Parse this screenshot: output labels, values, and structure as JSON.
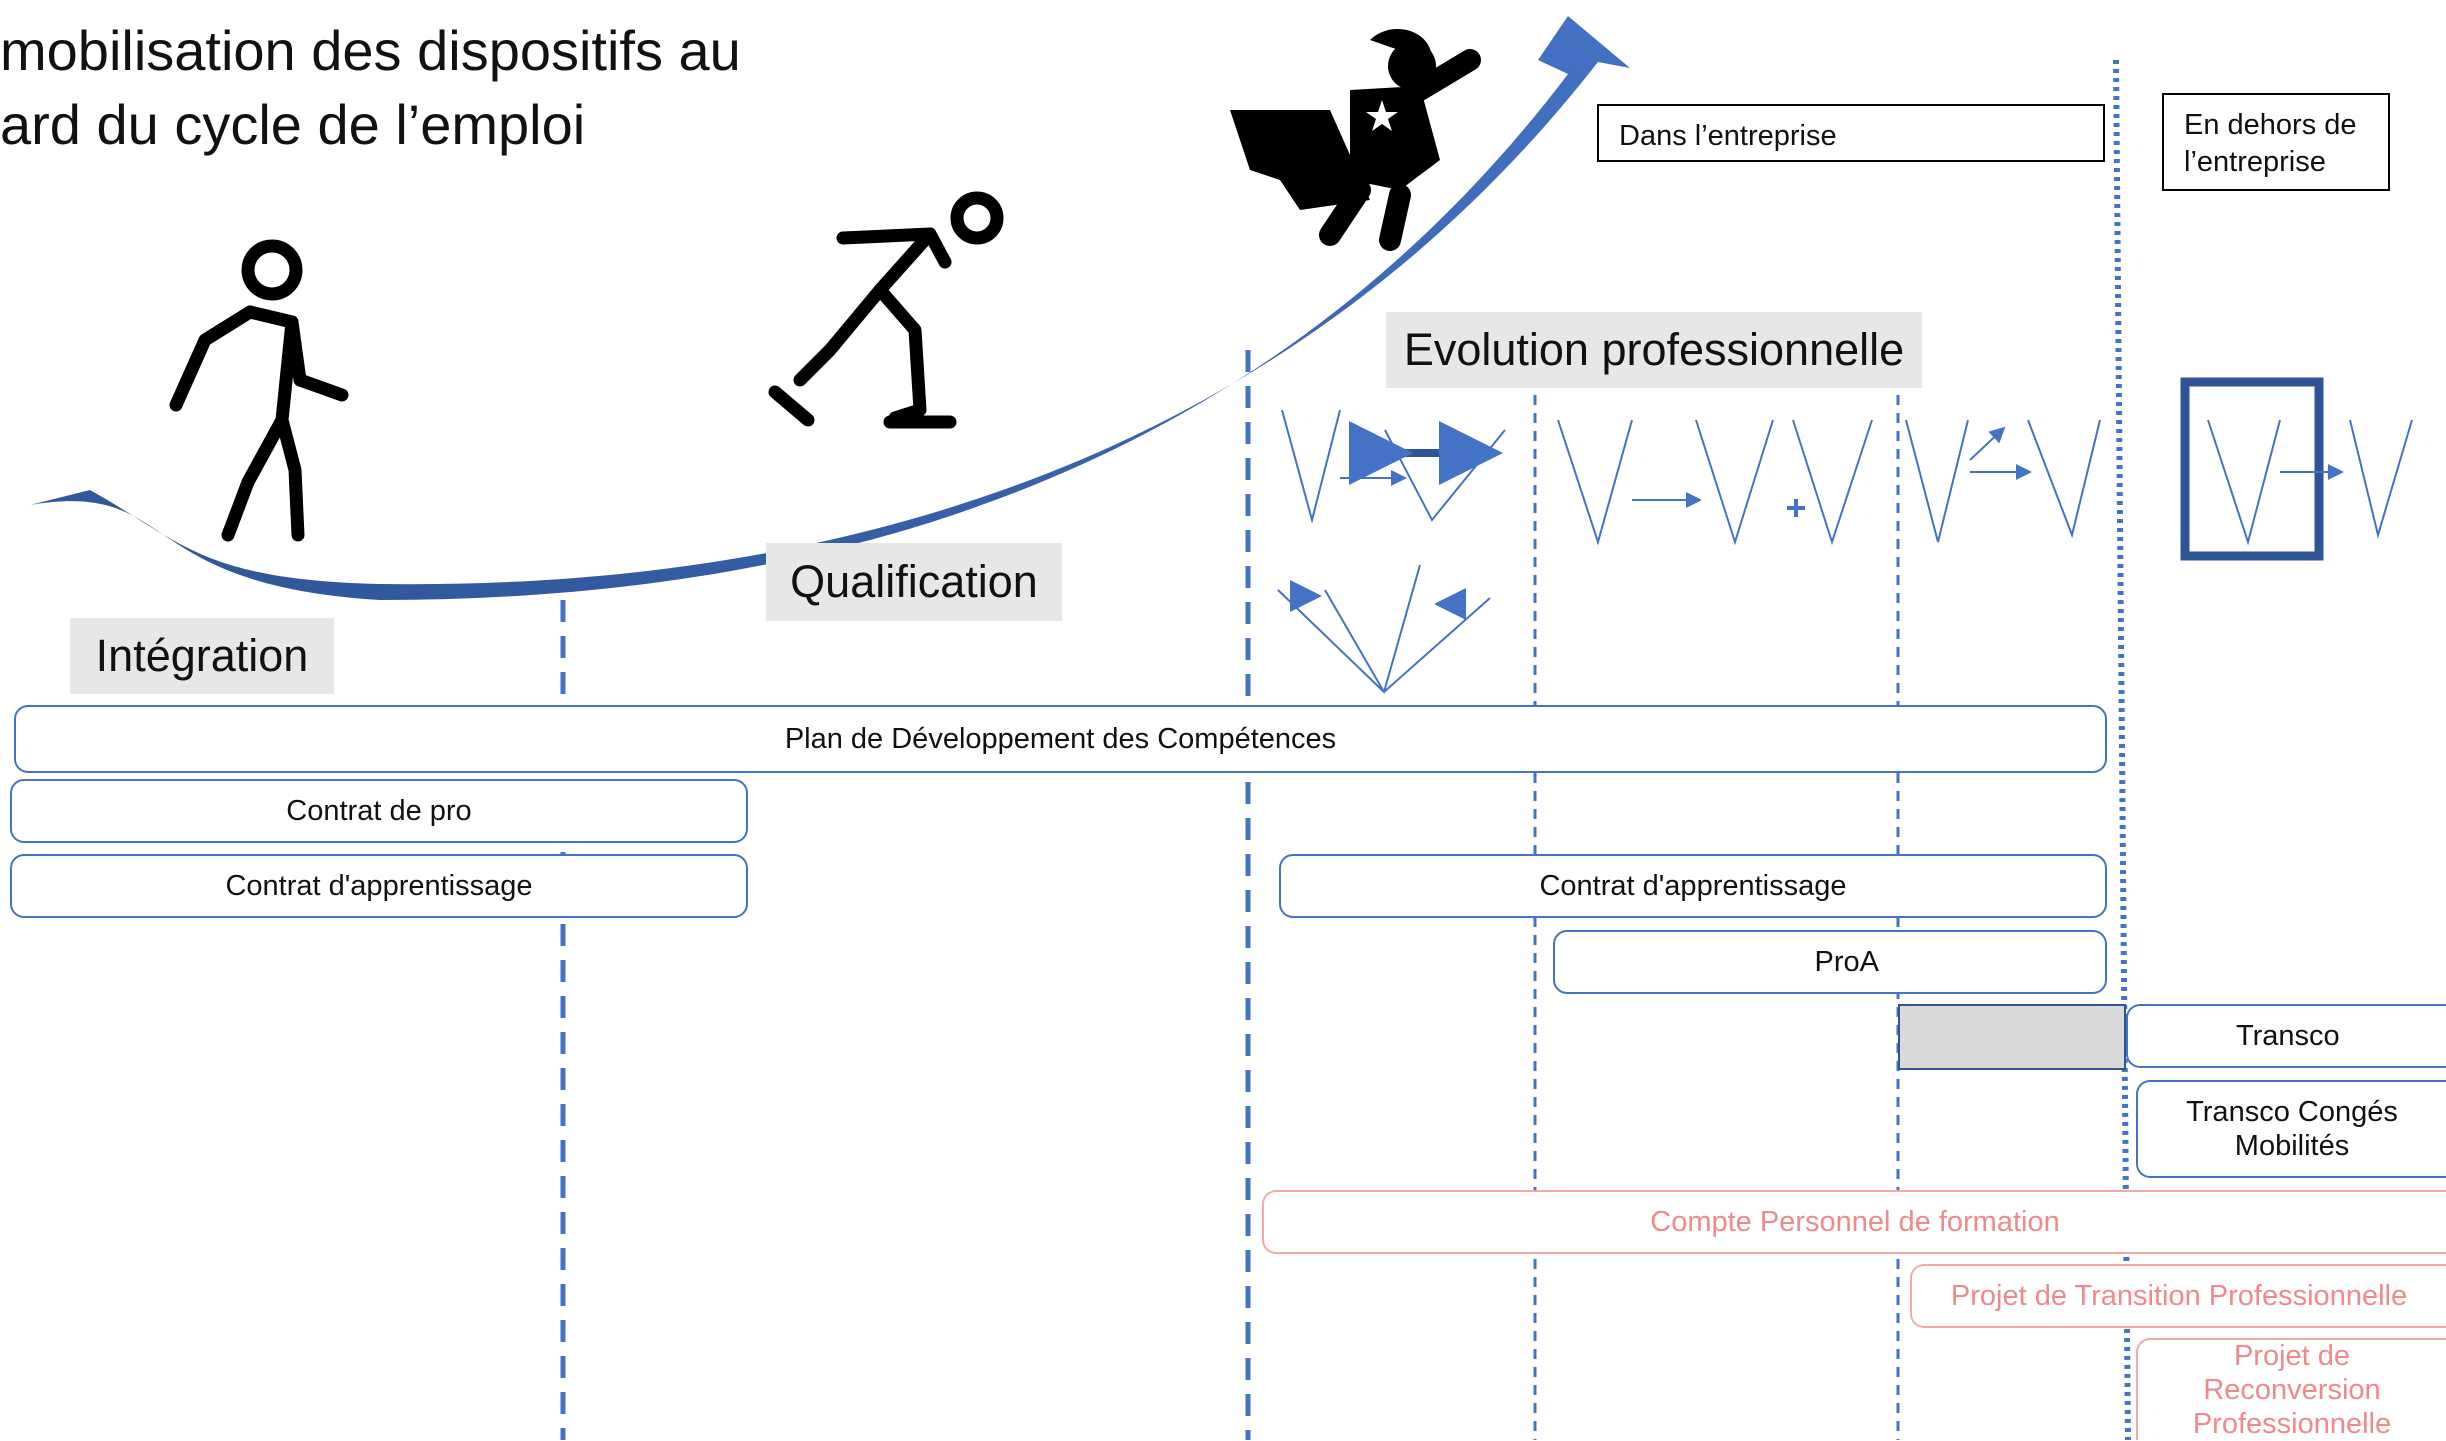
{
  "title": "mobilisation des dispositifs au\nard du cycle de l’emploi",
  "zones": {
    "inside": "Dans l’entreprise",
    "outside": "En dehors de l’entreprise"
  },
  "phases": {
    "integration": "Intégration",
    "qualification": "Qualification",
    "evolution": "Evolution professionnelle"
  },
  "figures": [
    "walking-person-icon",
    "skater-icon",
    "superhero-icon"
  ],
  "colors": {
    "accent": "#4472c4",
    "dark_blue": "#2f5597",
    "pink": "#f4a9a9",
    "label_bg": "#e7e7e7"
  },
  "devices": {
    "plan": "Plan de Développement des  Compétences",
    "contrat_pro": "Contrat de pro",
    "apprentissage_left": "Contrat d'apprentissage",
    "apprentissage_right": "Contrat d'apprentissage",
    "proa": "ProA",
    "transco": "Transco",
    "transco_conges": "Transco Congés Mobilités",
    "cpf": "Compte Personnel de formation",
    "ptp": "Projet de Transition Professionnelle",
    "reconversion": "Projet de Reconversion Professionnelle"
  }
}
